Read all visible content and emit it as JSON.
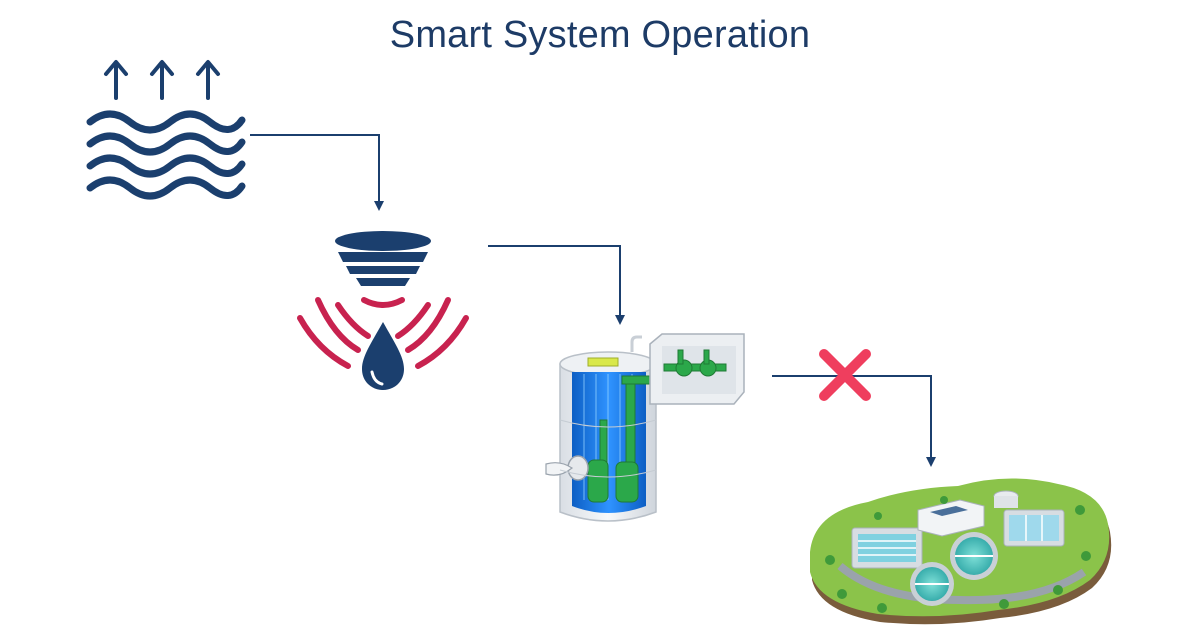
{
  "title": "Smart System Operation",
  "colors": {
    "navy": "#1b3f6e",
    "crimson": "#c8224f",
    "cross": "#ef3e5e",
    "tank_blue": "#1f7fe8",
    "pump_green": "#2ba84a",
    "grass": "#8bc34a"
  },
  "nodes": [
    {
      "id": "rising-water",
      "icon": "rising-water-icon"
    },
    {
      "id": "level-sensor",
      "icon": "water-level-sensor-icon"
    },
    {
      "id": "pump-station",
      "icon": "pumping-station-illustration"
    },
    {
      "id": "treatment-plant",
      "icon": "wastewater-treatment-plant-illustration"
    }
  ],
  "flow": [
    {
      "from": "rising-water",
      "to": "level-sensor",
      "blocked": false
    },
    {
      "from": "level-sensor",
      "to": "pump-station",
      "blocked": false
    },
    {
      "from": "pump-station",
      "to": "treatment-plant",
      "blocked": true
    }
  ]
}
